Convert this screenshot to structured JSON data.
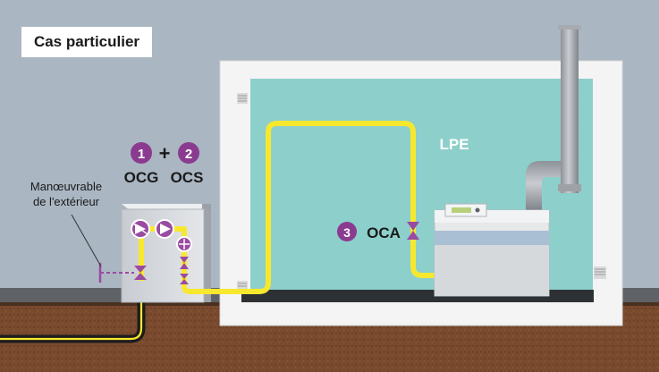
{
  "title": "Cas particulier",
  "exterior_note": {
    "line1": "Manœuvrable",
    "line2": "de l'extérieur"
  },
  "room_label": "LPE",
  "markers": [
    {
      "number": "1",
      "label": "OCG"
    },
    {
      "number": "2",
      "label": "OCS"
    },
    {
      "number": "3",
      "label": "OCA"
    }
  ],
  "plus_sign": "+",
  "colors": {
    "sky": "#aab6c2",
    "room": "#8dcfcb",
    "gas_pipe": "#f7e82e",
    "marker": "#8a3b8f",
    "valve": "#9a4ba2",
    "soil": "#7a4a2e",
    "wall": "#f4f4f4"
  }
}
